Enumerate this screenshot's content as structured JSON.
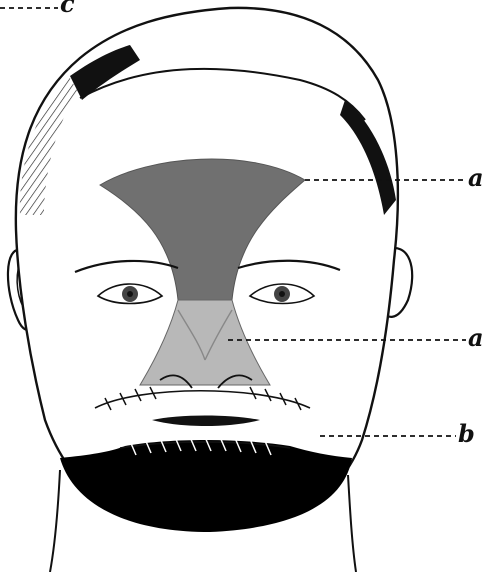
{
  "figure": {
    "labels": {
      "top_left": "c",
      "forehead_flap": "a",
      "nose_flap": "a",
      "lower_face": "b"
    }
  },
  "colors": {
    "ink": "#111111",
    "skin": "#ffffff",
    "flap_dark": "#707070",
    "flap_light": "#b8b8b8",
    "beard": "#000000"
  }
}
